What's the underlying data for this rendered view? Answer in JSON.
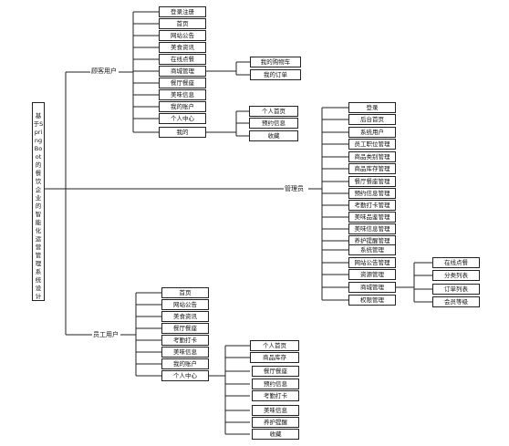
{
  "root": {
    "title": "基于SpringBoot的餐饮企业的智能化运营管理系统设计与实现"
  },
  "branches": [
    {
      "label": "顾客用户",
      "items": [
        {
          "label": "登录注册"
        },
        {
          "label": "首页"
        },
        {
          "label": "网站公告"
        },
        {
          "label": "美食资讯"
        },
        {
          "label": "在线点餐"
        },
        {
          "label": "商城管理",
          "children": [
            {
              "label": "我的购物车"
            },
            {
              "label": "我的订单"
            }
          ]
        },
        {
          "label": "餐厅餐座"
        },
        {
          "label": "美味信息"
        },
        {
          "label": "我的账户"
        },
        {
          "label": "个人中心"
        },
        {
          "label": "我的",
          "children": [
            {
              "label": "个人首页"
            },
            {
              "label": "预约信息"
            },
            {
              "label": "收藏"
            }
          ]
        }
      ]
    },
    {
      "label": "管理员",
      "items": [
        {
          "label": "登录"
        },
        {
          "label": "后台首页"
        },
        {
          "label": "系统用户"
        },
        {
          "label": "员工职位管理"
        },
        {
          "label": "商品类别管理"
        },
        {
          "label": "商品库存管理"
        },
        {
          "label": "餐厅餐座管理"
        },
        {
          "label": "预约信息管理"
        },
        {
          "label": "考勤打卡管理"
        },
        {
          "label": "美味品鉴管理"
        },
        {
          "label": "美味信息管理"
        },
        {
          "label": "养护提醒管理"
        },
        {
          "label": "系统管理"
        },
        {
          "label": "网站公告管理"
        },
        {
          "label": "资源管理"
        },
        {
          "label": "商城管理",
          "children": [
            {
              "label": "在线点餐"
            },
            {
              "label": "分类列表"
            },
            {
              "label": "订单列表"
            },
            {
              "label": "会员等级"
            }
          ]
        },
        {
          "label": "权限管理"
        }
      ]
    },
    {
      "label": "员工用户",
      "items": [
        {
          "label": "首页"
        },
        {
          "label": "网站公告"
        },
        {
          "label": "美食资讯"
        },
        {
          "label": "餐厅餐座"
        },
        {
          "label": "考勤打卡"
        },
        {
          "label": "美味信息"
        },
        {
          "label": "我的账户"
        },
        {
          "label": "个人中心",
          "children": [
            {
              "label": "个人首页"
            },
            {
              "label": "商品库存"
            },
            {
              "label": "餐厅餐座"
            },
            {
              "label": "预约信息"
            },
            {
              "label": "考勤打卡"
            },
            {
              "label": "美味信息"
            },
            {
              "label": "养护提醒"
            },
            {
              "label": "收藏"
            }
          ]
        }
      ]
    }
  ]
}
